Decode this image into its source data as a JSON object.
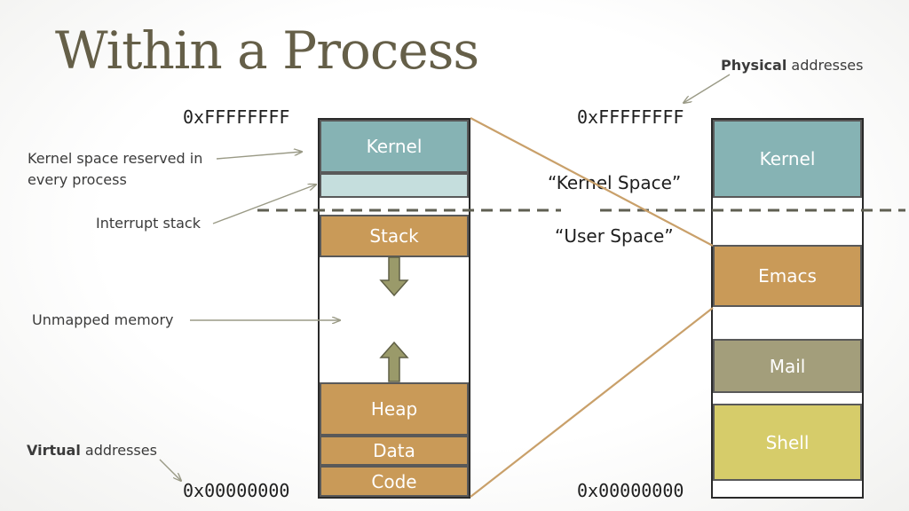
{
  "title": "Within a Process",
  "physical_note": {
    "bold": "Physical",
    "rest": " addresses"
  },
  "virtual_note": {
    "bold": "Virtual",
    "rest": " addresses"
  },
  "kernel_reserved_note": {
    "line1": "Kernel space reserved in",
    "line2": "every process"
  },
  "interrupt_stack_note": "Interrupt stack",
  "unmapped_note": "Unmapped memory",
  "kernel_space_label": "“Kernel Space”",
  "user_space_label": "“User Space”",
  "virtual_space": {
    "top_address": "0xFFFFFFFF",
    "bottom_address": "0x00000000",
    "segments": {
      "kernel": "Kernel",
      "stack": "Stack",
      "heap": "Heap",
      "data": "Data",
      "code": "Code"
    }
  },
  "physical_space": {
    "top_address": "0xFFFFFFFF",
    "bottom_address": "0x00000000",
    "segments": {
      "kernel": "Kernel",
      "emacs": "Emacs",
      "mail": "Mail",
      "shell": "Shell"
    }
  },
  "colors": {
    "title": "#655f48",
    "kernel": "#86b3b4",
    "interrupt_stack": "#c5dedd",
    "process_segment": "#c99a58",
    "mail": "#a39e7b",
    "shell": "#d6cc6a",
    "mapping_line": "#c9a06a",
    "divider": "#5f5f52",
    "grow_arrow": "#9a9a6a"
  }
}
